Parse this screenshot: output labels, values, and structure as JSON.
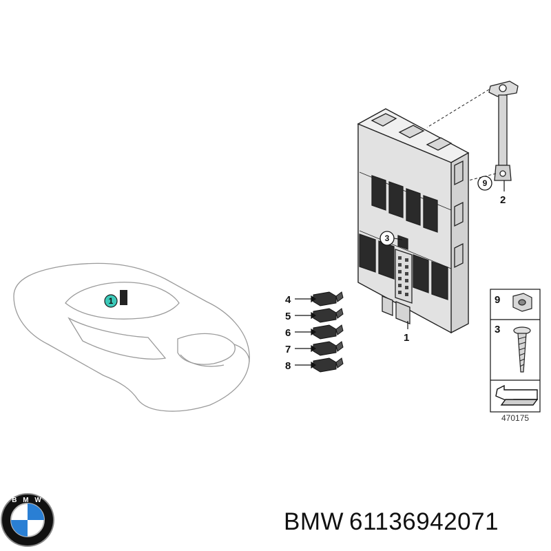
{
  "callouts": {
    "c1": "1",
    "c2": "2",
    "c3": "3",
    "c4": "4",
    "c5": "5",
    "c6": "6",
    "c7": "7",
    "c8": "8",
    "c9": "9"
  },
  "car_marker": "1",
  "legend": {
    "row1": "9",
    "row2": "3"
  },
  "diagram_id": "470175",
  "caption": {
    "brand": "BMW",
    "part_number": "61136942071"
  },
  "colors": {
    "module_fill": "#e4e4e4",
    "outline": "#222222",
    "marker_fill": "#3cc9b9",
    "fuse_fill": "#333333"
  }
}
